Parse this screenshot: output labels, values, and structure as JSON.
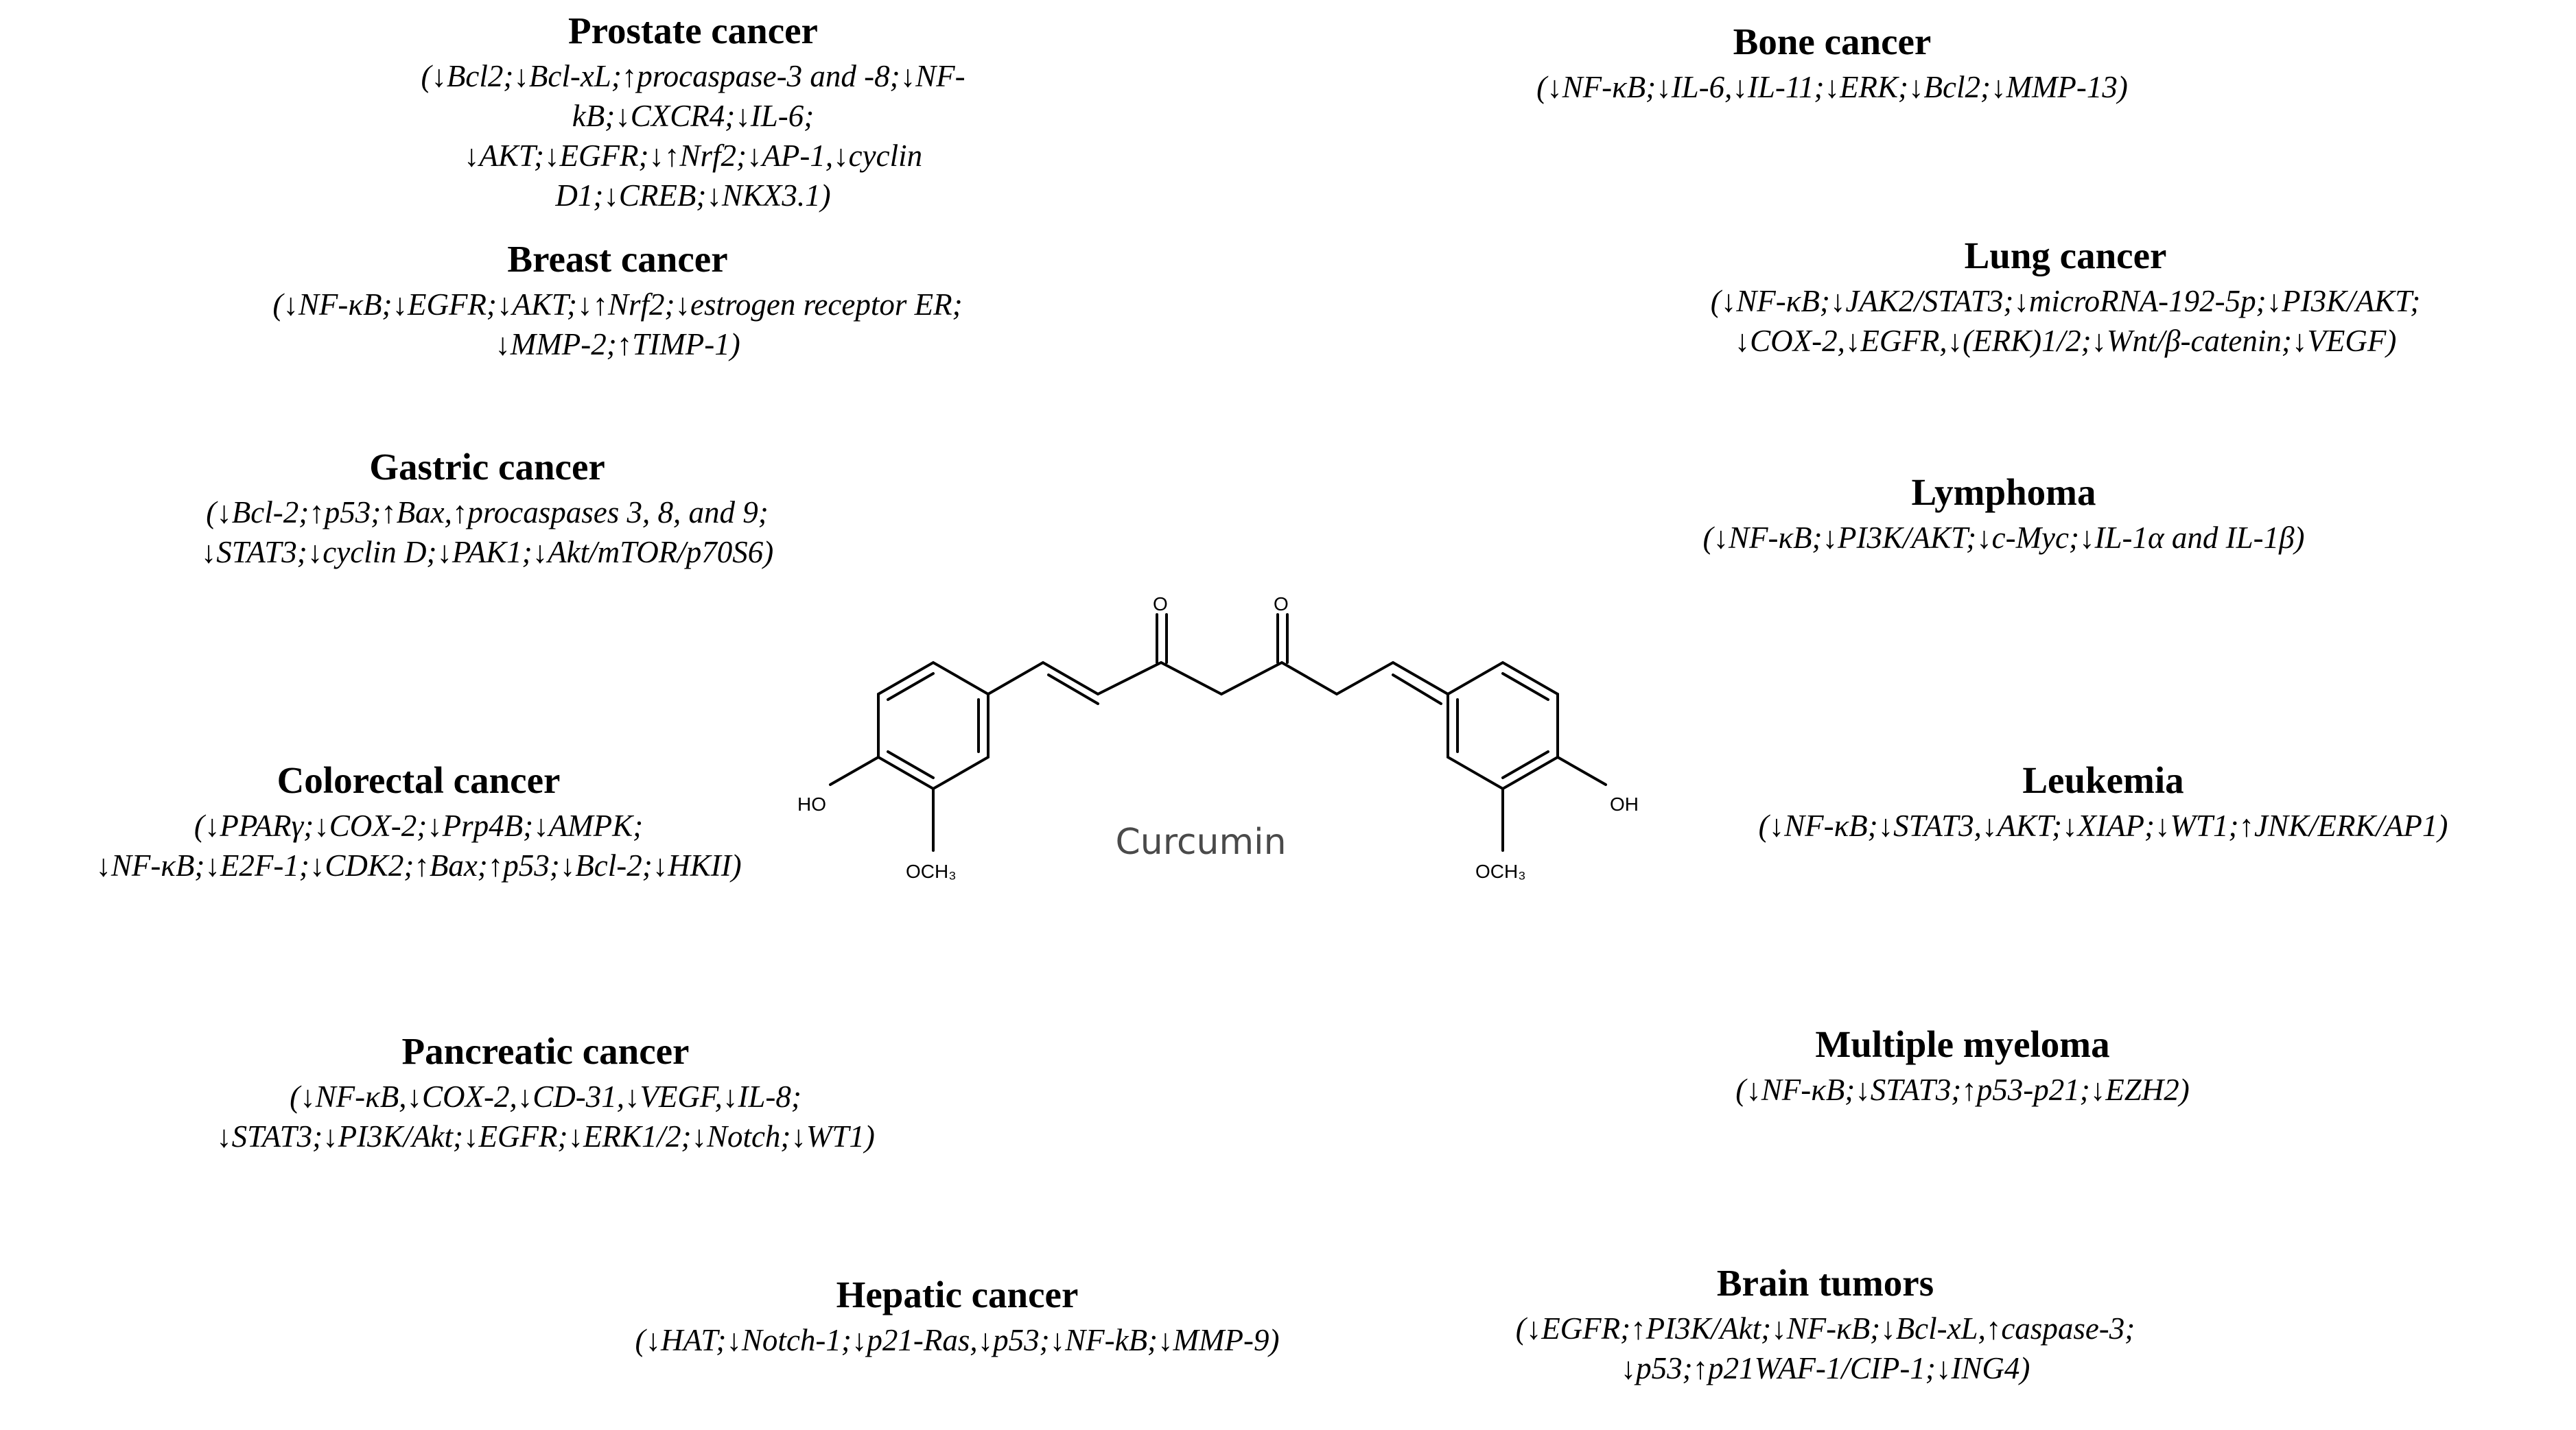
{
  "cancers": {
    "prostate": {
      "title": "Prostate cancer",
      "line1": "(↓Bcl2;↓Bcl-xL;↑procaspase-3 and -8;↓NF-kB;↓CXCR4;↓IL-6;",
      "line2": "↓AKT;↓EGFR;↓↑Nrf2;↓AP-1,↓cyclin D1;↓CREB;↓NKX3.1)"
    },
    "bone": {
      "title": "Bone cancer",
      "line1": "(↓NF-κB;↓IL-6,↓IL-11;↓ERK;↓Bcl2;↓MMP-13)"
    },
    "breast": {
      "title": "Breast cancer",
      "line1": "(↓NF-κB;↓EGFR;↓AKT;↓↑Nrf2;↓estrogen receptor ER;",
      "line2": "↓MMP-2;↑TIMP-1)"
    },
    "lung": {
      "title": "Lung cancer",
      "line1": "(↓NF-κB;↓JAK2/STAT3;↓microRNA-192-5p;↓PI3K/AKT;",
      "line2": "↓COX-2,↓EGFR,↓(ERK)1/2;↓Wnt/β-catenin;↓VEGF)"
    },
    "gastric": {
      "title": "Gastric cancer",
      "line1": "(↓Bcl-2;↑p53;↑Bax,↑procaspases 3, 8, and 9;",
      "line2": "↓STAT3;↓cyclin D;↓PAK1;↓Akt/mTOR/p70S6)"
    },
    "lymphoma": {
      "title": "Lymphoma",
      "line1": "(↓NF-κB;↓PI3K/AKT;↓c-Myc;↓IL-1α and IL-1β)"
    },
    "colorectal": {
      "title": "Colorectal cancer",
      "line1": "(↓PPARγ;↓COX-2;↓Prp4B;↓AMPK;",
      "line2": "↓NF-κB;↓E2F-1;↓CDK2;↑Bax;↑p53;↓Bcl-2;↓HKII)"
    },
    "leukemia": {
      "title": "Leukemia",
      "line1": "(↓NF-κB;↓STAT3,↓AKT;↓XIAP;↓WT1;↑JNK/ERK/AP1)"
    },
    "pancreatic": {
      "title": "Pancreatic cancer",
      "line1": "(↓NF-κB,↓COX-2,↓CD-31,↓VEGF,↓IL-8;",
      "line2": "↓STAT3;↓PI3K/Akt;↓EGFR;↓ERK1/2;↓Notch;↓WT1)"
    },
    "myeloma": {
      "title": "Multiple myeloma",
      "line1": "(↓NF-κB;↓STAT3;↑p53-p21;↓EZH2)"
    },
    "hepatic": {
      "title": "Hepatic cancer",
      "line1": "(↓HAT;↓Notch-1;↓p21-Ras,↓p53;↓NF-kB;↓MMP-9)"
    },
    "brain": {
      "title": "Brain tumors",
      "line1": "(↓EGFR;↑PI3K/Akt;↓NF-κB;↓Bcl-xL,↑caspase-3;",
      "line2": "↓p53;↑p21WAF-1/CIP-1;↓ING4)"
    }
  },
  "molecule": {
    "name": "Curcumin",
    "label_o": "O",
    "label_ho": "HO",
    "label_oh": "OH",
    "label_och3": "OCH₃"
  }
}
